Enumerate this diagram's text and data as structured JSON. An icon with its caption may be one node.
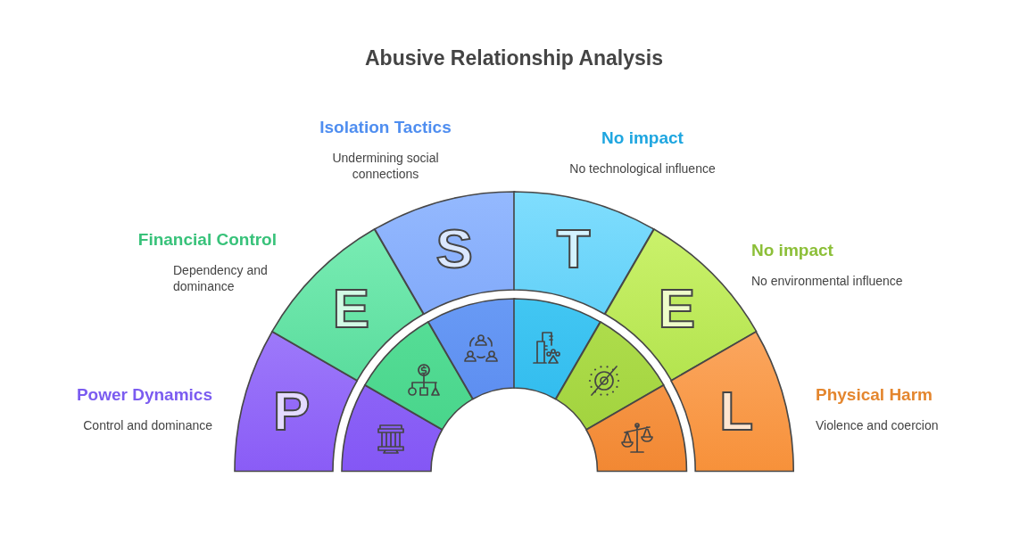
{
  "diagram": {
    "title": "Abusive Relationship Analysis",
    "nodes": [
      {
        "text": [
          "P"
        ],
        "beside": [
          "Power Dynamics",
          "Control and dominance"
        ]
      },
      {
        "text": [
          "E"
        ],
        "beside": [
          "Financial Control",
          "Dependency and dominance"
        ]
      },
      {
        "text": [
          "S"
        ],
        "beside": [
          "Isolation Tactics",
          "Undermining social connections"
        ]
      },
      {
        "text": [
          "T"
        ],
        "beside": [
          "No impact",
          "No technological influence"
        ]
      },
      {
        "text": [
          "E"
        ],
        "beside": [
          "No impact",
          "No environmental influence"
        ]
      },
      {
        "text": [
          "L"
        ],
        "beside": [
          "Physical Harm",
          "Violence and coercion"
        ]
      },
      {
        "text": [],
        "shape": "picture"
      },
      {
        "text": [],
        "shape": "picture"
      },
      {
        "text": [],
        "shape": "picture"
      },
      {
        "text": [],
        "shape": "picture"
      },
      {
        "text": [],
        "shape": "picture"
      },
      {
        "text": [],
        "shape": "picture"
      }
    ]
  }
}
